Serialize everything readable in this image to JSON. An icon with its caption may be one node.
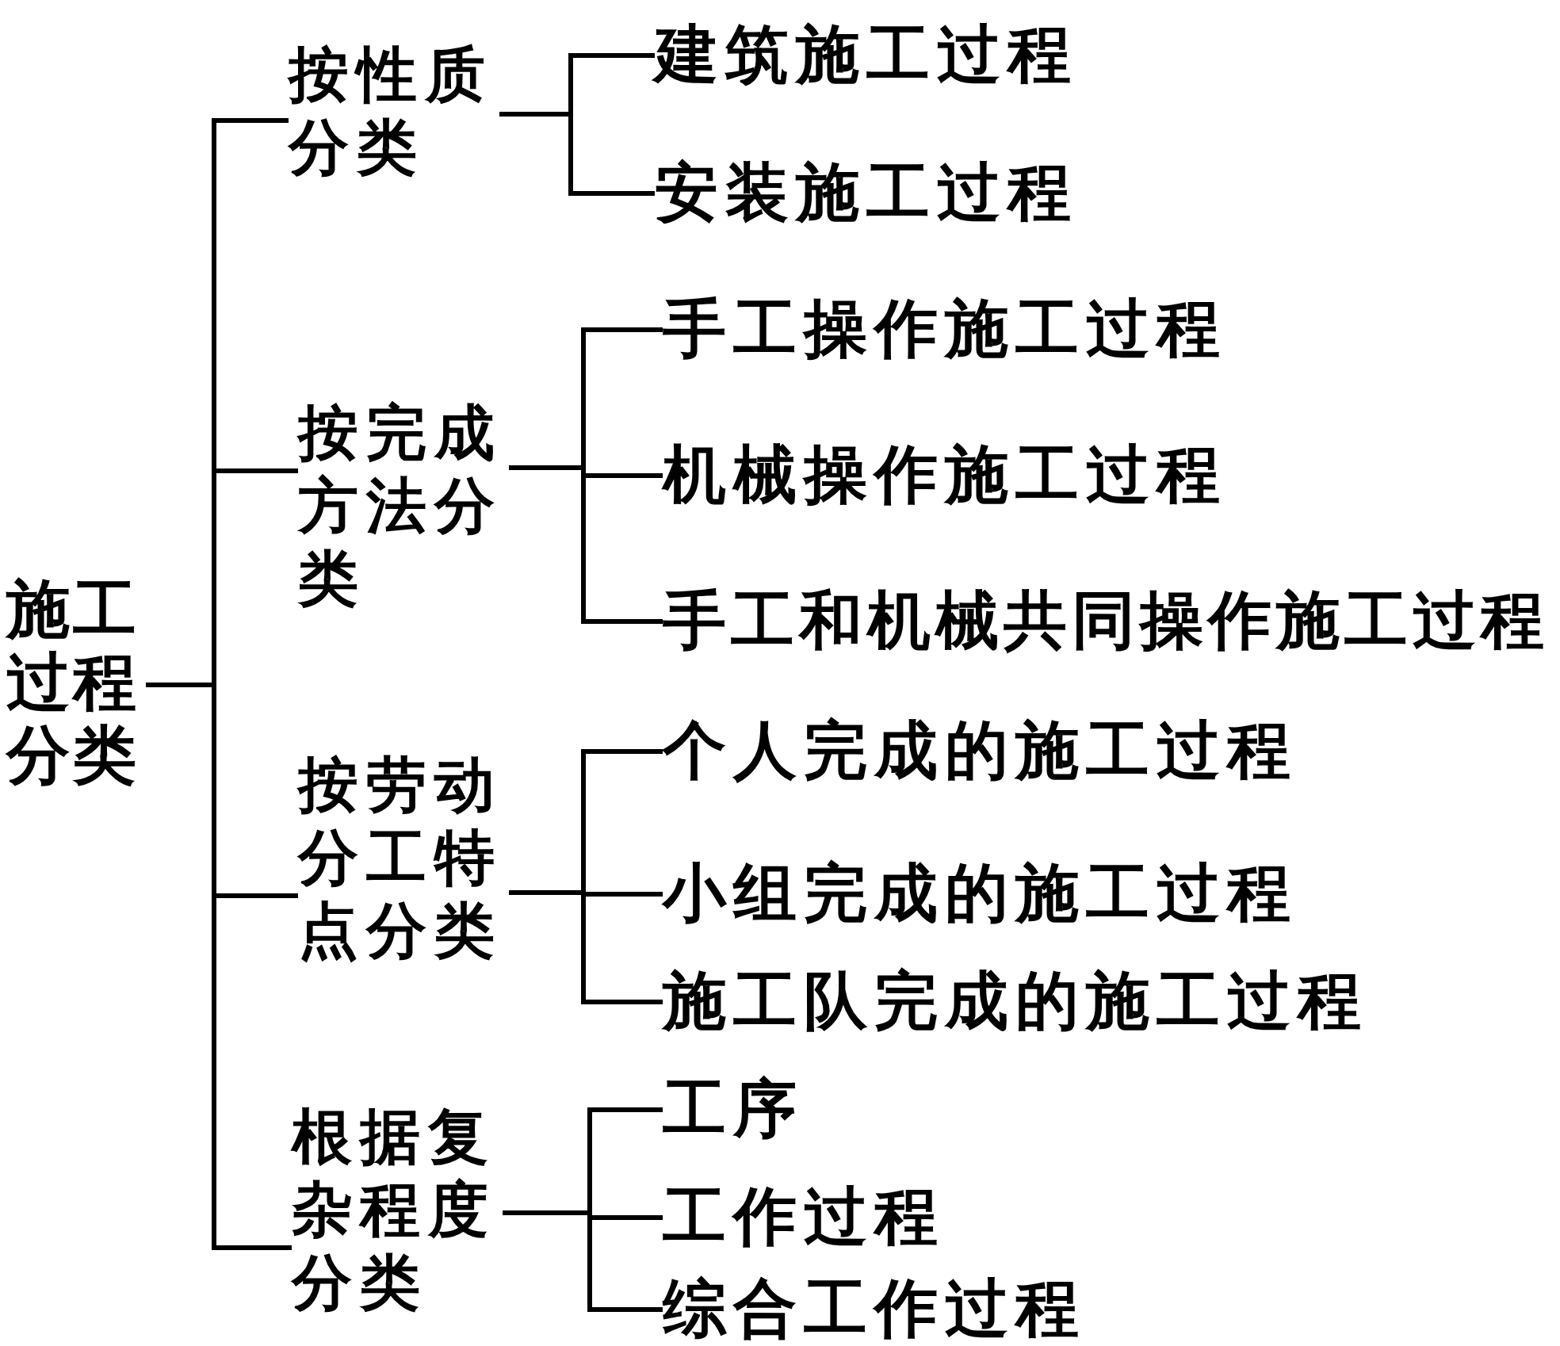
{
  "diagram": {
    "nodes": [
      {
        "text": [
          "施工过程分类"
        ]
      },
      {
        "text": [
          "按性质分类"
        ]
      },
      {
        "text": [
          "建筑施工过程"
        ]
      },
      {
        "text": [
          "安装施工过程"
        ]
      },
      {
        "text": [
          "按完成方法分类"
        ]
      },
      {
        "text": [
          "手工操作施工过程"
        ]
      },
      {
        "text": [
          "机械操作施工过程"
        ]
      },
      {
        "text": [
          "手工和机械共同操作施工过程"
        ]
      },
      {
        "text": [
          "按劳动分工特点分类"
        ]
      },
      {
        "text": [
          "个人完成的施工过程"
        ]
      },
      {
        "text": [
          "小组完成的施工过程"
        ]
      },
      {
        "text": [
          "施工队完成的施工过程"
        ]
      },
      {
        "text": [
          "根据复杂程度分类"
        ]
      },
      {
        "text": [
          "工序"
        ]
      },
      {
        "text": [
          "工作过程"
        ]
      },
      {
        "text": [
          "综合工作过程"
        ]
      }
    ],
    "edges": [
      {
        "from": 0,
        "to": 1,
        "arrow": "none"
      },
      {
        "from": 1,
        "to": 2,
        "arrow": "none"
      },
      {
        "from": 1,
        "to": 3,
        "arrow": "none"
      },
      {
        "from": 0,
        "to": 4,
        "arrow": "none"
      },
      {
        "from": 4,
        "to": 5,
        "arrow": "none"
      },
      {
        "from": 4,
        "to": 6,
        "arrow": "none"
      },
      {
        "from": 4,
        "to": 7,
        "arrow": "none"
      },
      {
        "from": 0,
        "to": 8,
        "arrow": "none"
      },
      {
        "from": 8,
        "to": 9,
        "arrow": "none"
      },
      {
        "from": 8,
        "to": 10,
        "arrow": "none"
      },
      {
        "from": 8,
        "to": 11,
        "arrow": "none"
      },
      {
        "from": 0,
        "to": 12,
        "arrow": "none"
      },
      {
        "from": 12,
        "to": 13,
        "arrow": "none"
      },
      {
        "from": 12,
        "to": 14,
        "arrow": "none"
      },
      {
        "from": 12,
        "to": 15,
        "arrow": "none"
      }
    ]
  }
}
